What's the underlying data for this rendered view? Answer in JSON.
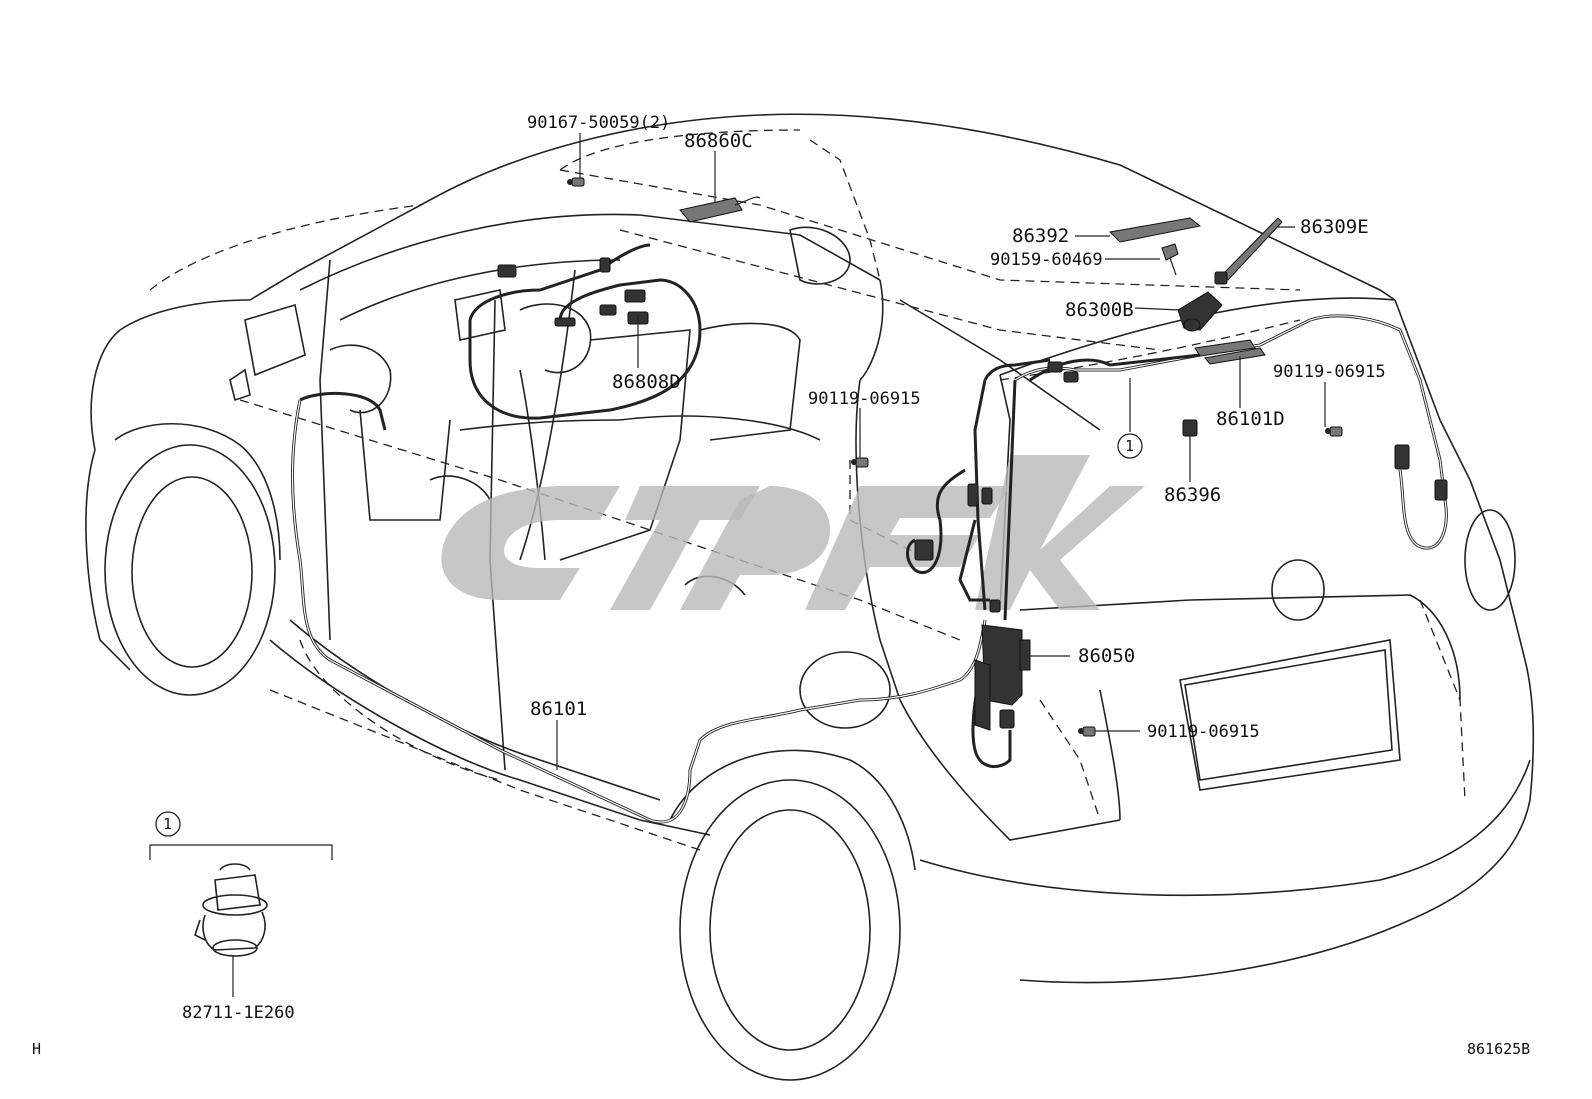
{
  "labels": {
    "p90167": "90167-50059(2)",
    "p86860C": "86860C",
    "p86392": "86392",
    "p86309E": "86309E",
    "p90159": "90159-60469",
    "p86300B": "86300B",
    "p86808D": "86808D",
    "p90119_a": "90119-06915",
    "p90119_b": "90119-06915",
    "p86101D": "86101D",
    "p86396": "86396",
    "p86050": "86050",
    "p90119_c": "90119-06915",
    "p86101": "86101",
    "p82711": "82711-1E260"
  },
  "callouts": {
    "ref_main": "1",
    "ref_detail": "1"
  },
  "corner": {
    "left": "H",
    "right": "861625B"
  },
  "colors": {
    "line": "#222222",
    "watermark": "#b9b9b9",
    "background": "#ffffff"
  }
}
